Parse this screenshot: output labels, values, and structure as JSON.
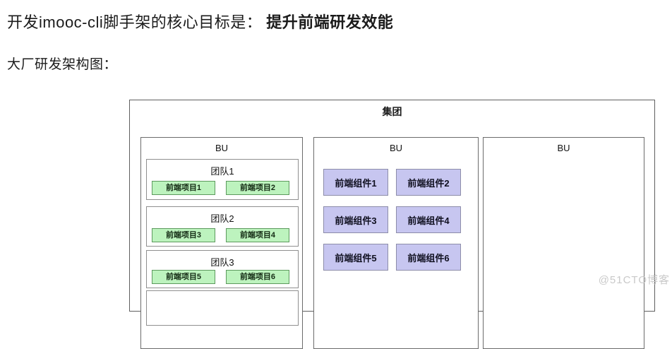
{
  "page": {
    "heading_prefix": "开发imooc-cli脚手架的核心目标是：",
    "heading_bold": "提升前端研发效能",
    "subheading": "大厂研发架构图："
  },
  "diagram": {
    "group_label": "集团",
    "bus": [
      {
        "label": "BU",
        "type": "teams",
        "teams": [
          {
            "label": "团队1",
            "projects": [
              "前端项目1",
              "前端项目2"
            ]
          },
          {
            "label": "团队2",
            "projects": [
              "前端项目3",
              "前端项目4"
            ]
          },
          {
            "label": "团队3",
            "projects": [
              "前端项目5",
              "前端项目6"
            ]
          }
        ]
      },
      {
        "label": "BU",
        "type": "components",
        "components": [
          "前端组件1",
          "前端组件2",
          "前端组件3",
          "前端组件4",
          "前端组件5",
          "前端组件6"
        ]
      },
      {
        "label": "BU",
        "type": "empty"
      }
    ],
    "colors": {
      "project_fill": "#bdf3be",
      "project_border": "#5d9a5e",
      "component_fill": "#c7c6f0",
      "component_border": "#8d8da9",
      "box_border": "#5f5f5f"
    }
  },
  "watermark": "@51CTO博客"
}
